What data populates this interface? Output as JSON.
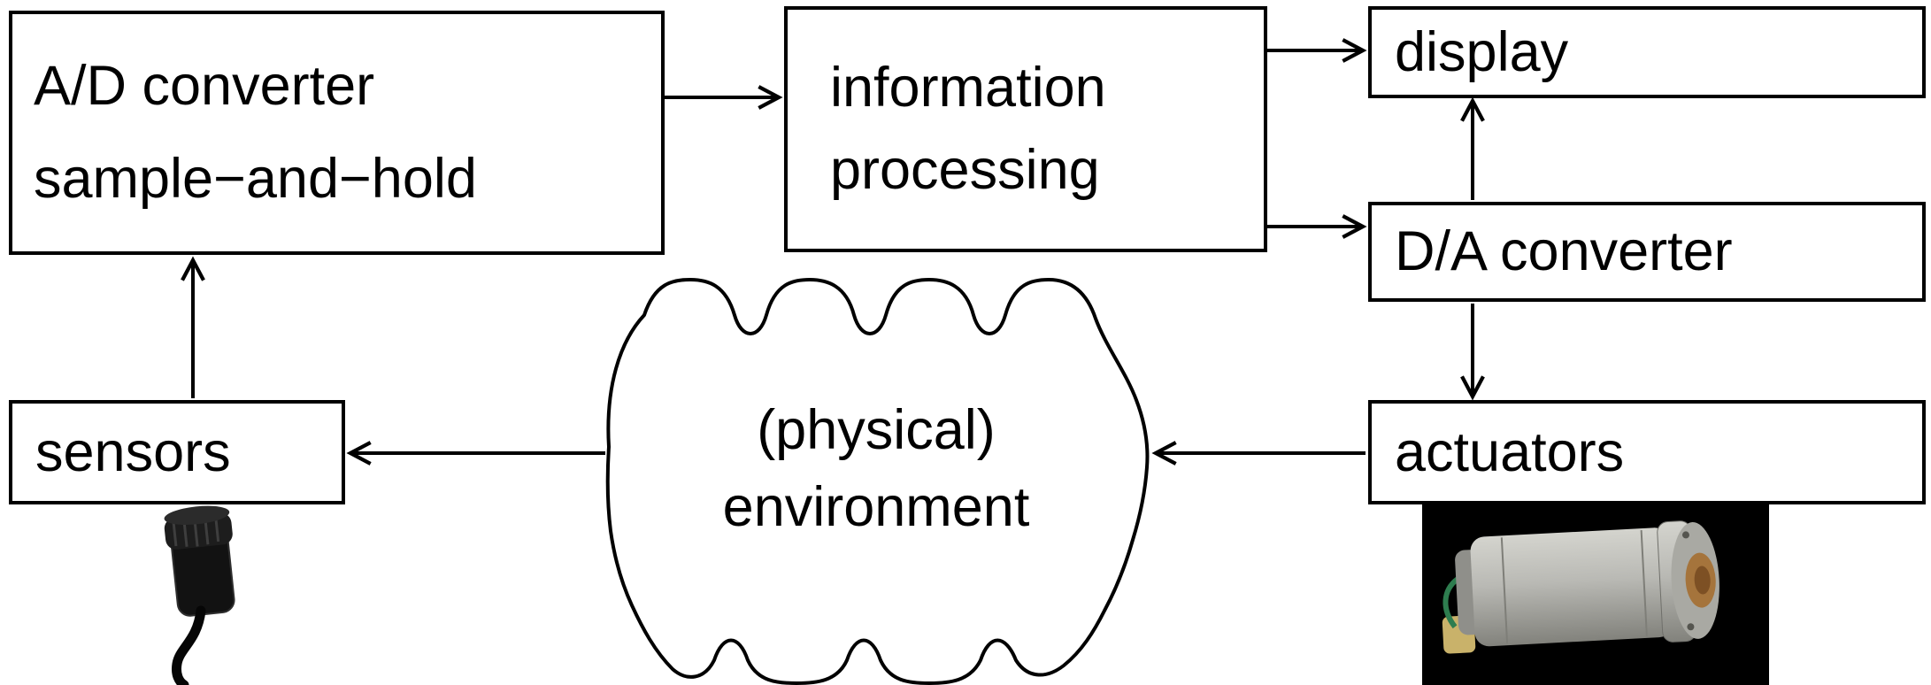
{
  "nodes": {
    "ad_converter": {
      "line1": "A/D converter",
      "line2": "sample−and−hold"
    },
    "information_processing": {
      "line1": "information",
      "line2": "processing"
    },
    "display": {
      "label": "display"
    },
    "da_converter": {
      "label": "D/A converter"
    },
    "sensors": {
      "label": "sensors"
    },
    "actuators": {
      "label": "actuators"
    },
    "environment": {
      "line1": "(physical)",
      "line2": "environment"
    }
  },
  "edges": [
    {
      "from": "ad_converter",
      "to": "information_processing"
    },
    {
      "from": "information_processing",
      "to": "display"
    },
    {
      "from": "information_processing",
      "to": "da_converter"
    },
    {
      "from": "da_converter",
      "to": "display"
    },
    {
      "from": "da_converter",
      "to": "actuators"
    },
    {
      "from": "actuators",
      "to": "environment"
    },
    {
      "from": "environment",
      "to": "sensors"
    },
    {
      "from": "sensors",
      "to": "ad_converter"
    }
  ],
  "photos": [
    {
      "name": "sensor-photo",
      "depicts": "small black microphone sensor with cable"
    },
    {
      "name": "actuator-photo",
      "depicts": "DC motor on black background"
    }
  ],
  "colors": {
    "background": "#ffffff",
    "line": "#000000",
    "text": "#000000",
    "photo_background": "#000000",
    "motor_body": "#b9b9b4",
    "motor_commutator": "#a5743c",
    "motor_bracket": "#c9b26a",
    "motor_wire": "#2e7d4f"
  }
}
